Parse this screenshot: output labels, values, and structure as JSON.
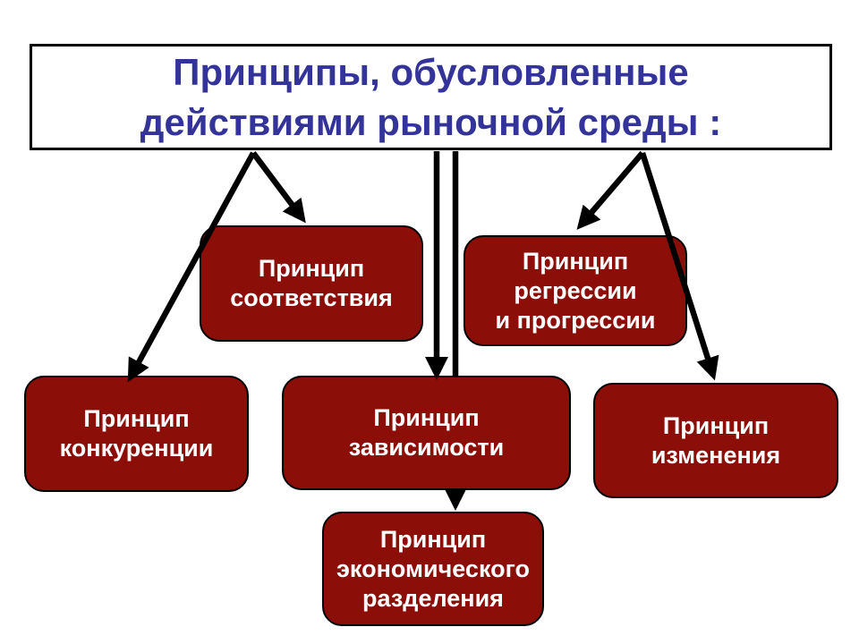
{
  "title": {
    "full": "Принципы, обусловленные действиями рыночной среды :",
    "line1": "Принципы, обусловленные",
    "line2": "действиями рыночной среды :"
  },
  "nodes": {
    "sootvetstviya": {
      "label": "Принцип соответствия",
      "lines": [
        "Принцип",
        "соответствия"
      ]
    },
    "regressii": {
      "label": "Принцип регрессии и прогрессии",
      "lines": [
        "Принцип",
        "регрессии",
        "и прогрессии"
      ]
    },
    "konkurencii": {
      "label": "Принцип конкуренции",
      "lines": [
        "Принцип",
        "конкуренции"
      ]
    },
    "zavisimosti": {
      "label": "Принцип зависимости",
      "lines": [
        "Принцип",
        "зависимости"
      ]
    },
    "izmeneniya": {
      "label": "Принцип изменения",
      "lines": [
        "Принцип",
        "изменения"
      ]
    },
    "ekonomicheskogo": {
      "label": "Принцип экономического разделения",
      "lines": [
        "Принцип",
        "экономического",
        "разделения"
      ]
    }
  },
  "colors": {
    "background": "#ffffff",
    "title_text": "#333399",
    "node_fill": "#8C0E08",
    "node_text": "#ffffff",
    "line": "#000000"
  }
}
